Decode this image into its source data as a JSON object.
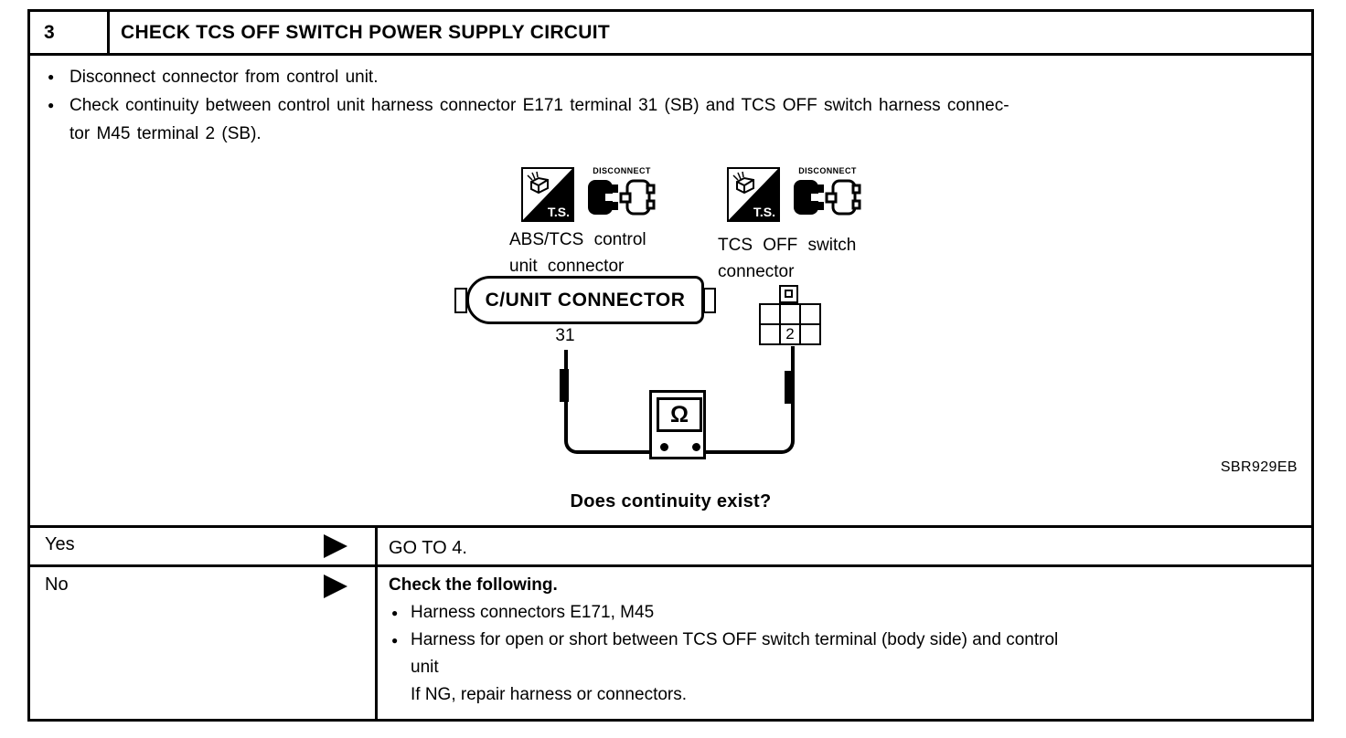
{
  "colors": {
    "ink": "#000000",
    "paper": "#ffffff"
  },
  "header": {
    "step_number": "3",
    "title": "CHECK TCS OFF SWITCH POWER SUPPLY CIRCUIT"
  },
  "procedure": {
    "bullets": [
      {
        "lines": [
          "Disconnect connector from control unit."
        ]
      },
      {
        "lines": [
          "Check continuity between control unit harness connector E171 terminal 31 (SB) and TCS OFF switch harness connec-",
          "tor M45 terminal 2 (SB)."
        ]
      }
    ]
  },
  "diagram": {
    "tool_icons": {
      "ts": "T.S.",
      "disconnect": "DISCONNECT"
    },
    "left_connector_label": {
      "line1": "ABS/TCS control",
      "line2": "unit connector"
    },
    "right_connector_label": {
      "line1": "TCS OFF switch",
      "line2": "connector"
    },
    "cunit_text": "C/UNIT CONNECTOR",
    "terminal_left": "31",
    "terminal_right": "2",
    "ohm_symbol": "Ω",
    "figure_code": "SBR929EB"
  },
  "question": "Does continuity exist?",
  "yes_row": {
    "label": "Yes",
    "result": "GO TO 4."
  },
  "no_row": {
    "label": "No",
    "heading": "Check the following.",
    "bullets": [
      {
        "lines": [
          "Harness connectors E171, M45"
        ]
      },
      {
        "lines": [
          "Harness for open or short between TCS OFF switch terminal (body side) and control",
          "unit",
          "If NG, repair harness or connectors."
        ]
      }
    ]
  }
}
